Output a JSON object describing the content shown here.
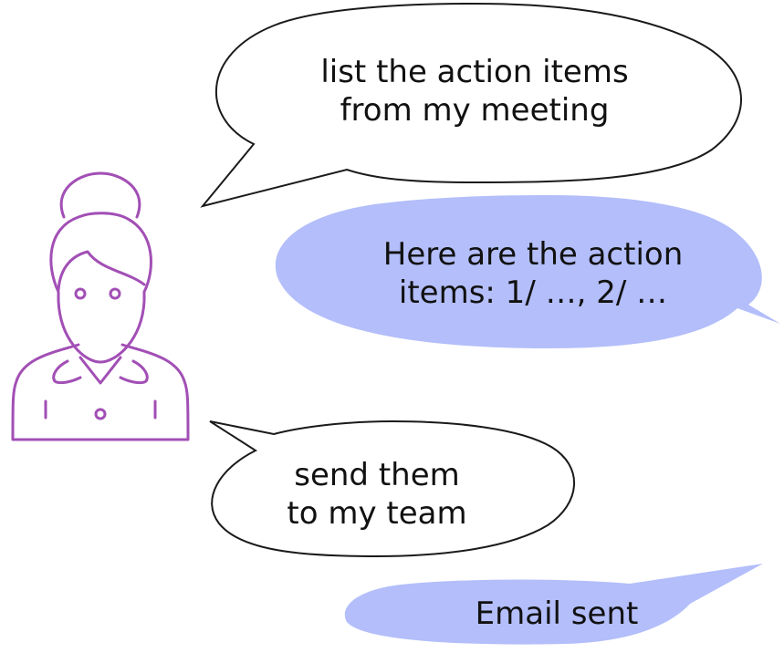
{
  "colors": {
    "user_bubble_fill": "#ffffff",
    "user_bubble_stroke": "#1a1a1a",
    "assistant_bubble_fill": "#b3befa",
    "avatar_stroke": "#a24fb5"
  },
  "icons": {
    "avatar": "person-avatar-icon"
  },
  "messages": [
    {
      "speaker": "user",
      "lines": [
        "list the action items",
        "from my meeting"
      ]
    },
    {
      "speaker": "assistant",
      "lines": [
        "Here are the action",
        "items: 1/ …, 2/ …"
      ]
    },
    {
      "speaker": "user",
      "lines": [
        "send them",
        "to my team"
      ]
    },
    {
      "speaker": "assistant",
      "lines": [
        "Email sent"
      ]
    }
  ]
}
